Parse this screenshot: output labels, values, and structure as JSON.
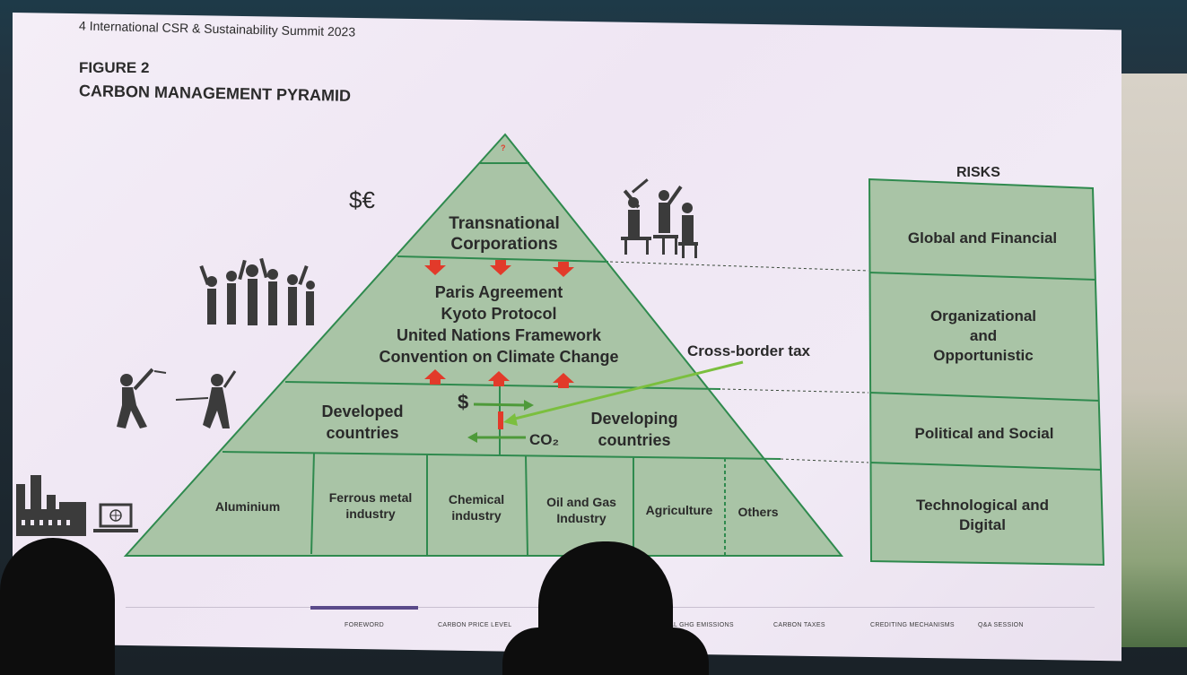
{
  "header": {
    "summit": "4 International CSR & Sustainability Summit 2023",
    "figure": "FIGURE 2",
    "title": "CARBON MANAGEMENT PYRAMID"
  },
  "pyramid": {
    "apex": "?",
    "tier1": [
      "Transnational",
      "Corporations"
    ],
    "tier2": [
      "Paris Agreement",
      "Kyoto Protocol",
      "United Nations Framework",
      "Convention on Climate Change"
    ],
    "tier3": {
      "developed": [
        "Developed",
        "countries"
      ],
      "developing": [
        "Developing",
        "countries"
      ],
      "money": "$",
      "co2": "CO₂"
    },
    "industries": [
      "Aluminium",
      "Ferrous metal industry",
      "Chemical industry",
      "Oil and Gas Industry",
      "Agriculture",
      "Others"
    ],
    "cross_border_tax": "Cross-border tax",
    "currency": "$€",
    "colors": {
      "fill": "#a9c4a6",
      "line": "#2f8a4e",
      "arrow_red": "#e23a2a",
      "arrow_green": "#4e9a3a"
    }
  },
  "risks": {
    "title": "RISKS",
    "items": [
      "Global and Financial",
      "Organizational and Opportunistic",
      "Political and Social",
      "Technological and Digital"
    ]
  },
  "icons": [
    "crowd-cheering-icon",
    "sword-fight-icon",
    "businessmen-meeting-icon",
    "factory-icon",
    "laptop-icon"
  ],
  "nav": {
    "items": [
      "FOREWORD",
      "CARBON PRICE LEVEL",
      "AL GHG EMISSIONS",
      "CARBON TAXES",
      "CREDITING MECHANISMS",
      "Q&A SESSION"
    ]
  }
}
